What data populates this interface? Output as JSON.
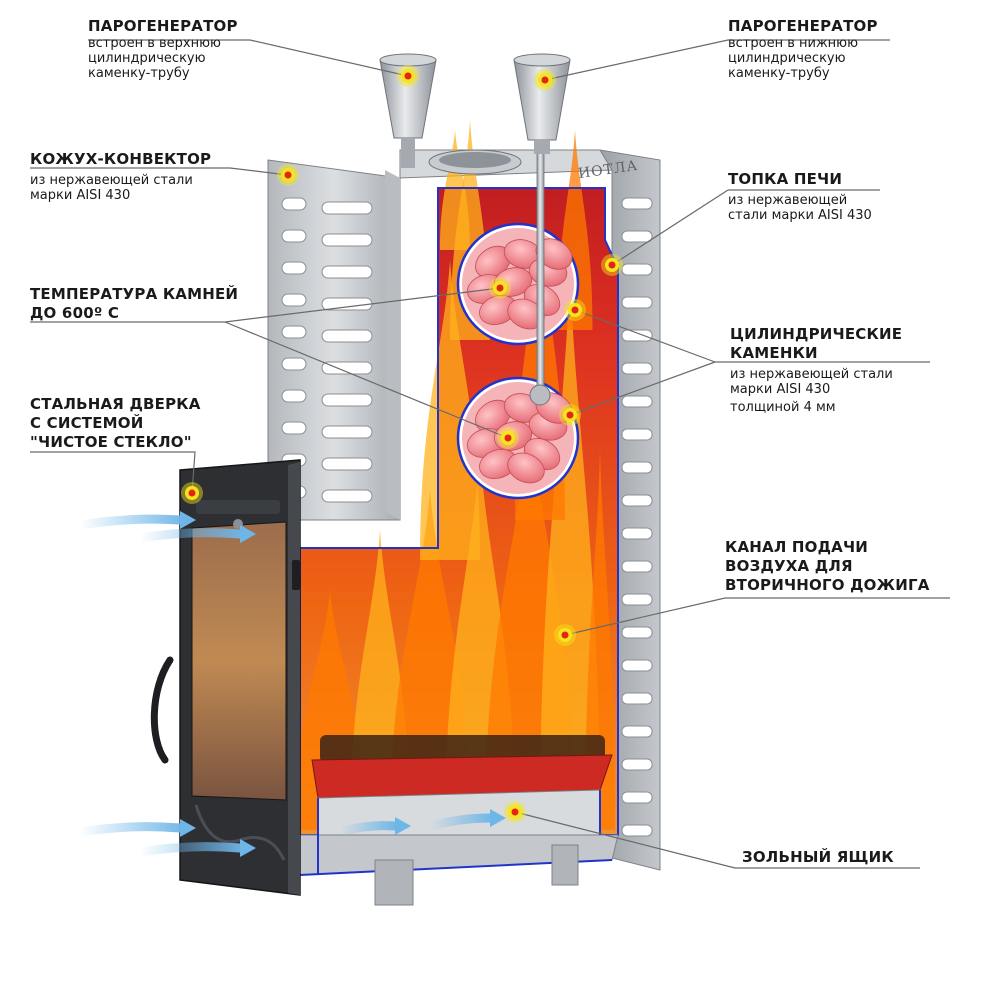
{
  "brand": "ИОТЛА",
  "callouts": {
    "steam_top": {
      "title": "ПАРОГЕНЕРАТОР",
      "desc": [
        "встроен в верхнюю",
        "цилиндрическую",
        "каменку-трубу"
      ]
    },
    "steam_bottom": {
      "title": "ПАРОГЕНЕРАТОР",
      "desc": [
        "встроен в нижнюю",
        "цилиндрическую",
        "каменку-трубу"
      ]
    },
    "casing": {
      "title": "КОЖУХ-КОНВЕКТОР",
      "desc": [
        "из нержавеющей стали",
        "марки AISI 430"
      ]
    },
    "firebox": {
      "title": "ТОПКА ПЕЧИ",
      "desc": [
        "из нержавеющей",
        "стали марки AISI 430"
      ]
    },
    "stone_temp": {
      "title": [
        "ТЕМПЕРАТУРА КАМНЕЙ",
        "ДО 600º С"
      ]
    },
    "heaters": {
      "title": [
        "ЦИЛИНДРИЧЕСКИЕ",
        "КАМЕНКИ"
      ],
      "desc": [
        "из нержавеющей стали",
        "марки AISI 430",
        "толщиной 4 мм"
      ]
    },
    "door": {
      "title": [
        "СТАЛЬНАЯ ДВЕРКА",
        "С СИСТЕМОЙ",
        "\"ЧИСТОЕ СТЕКЛО\""
      ]
    },
    "air_channel": {
      "title": [
        "КАНАЛ ПОДАЧИ",
        "ВОЗДУХА ДЛЯ",
        "ВТОРИЧНОГО ДОЖИГА"
      ]
    },
    "ash_box": {
      "title": "ЗОЛЬНЫЙ ЯЩИК"
    }
  },
  "colors": {
    "steel": "#c9ccd0",
    "steel_dark": "#8d9298",
    "fire": "#ff7a00",
    "fire_red": "#d81e1e",
    "stones": "#f07f86",
    "outline": "#2233cc",
    "marker_ring": "#f6e51b",
    "marker_dot": "#e4231b",
    "air": "#6fb6e8",
    "leader": "#6a6a6a"
  }
}
